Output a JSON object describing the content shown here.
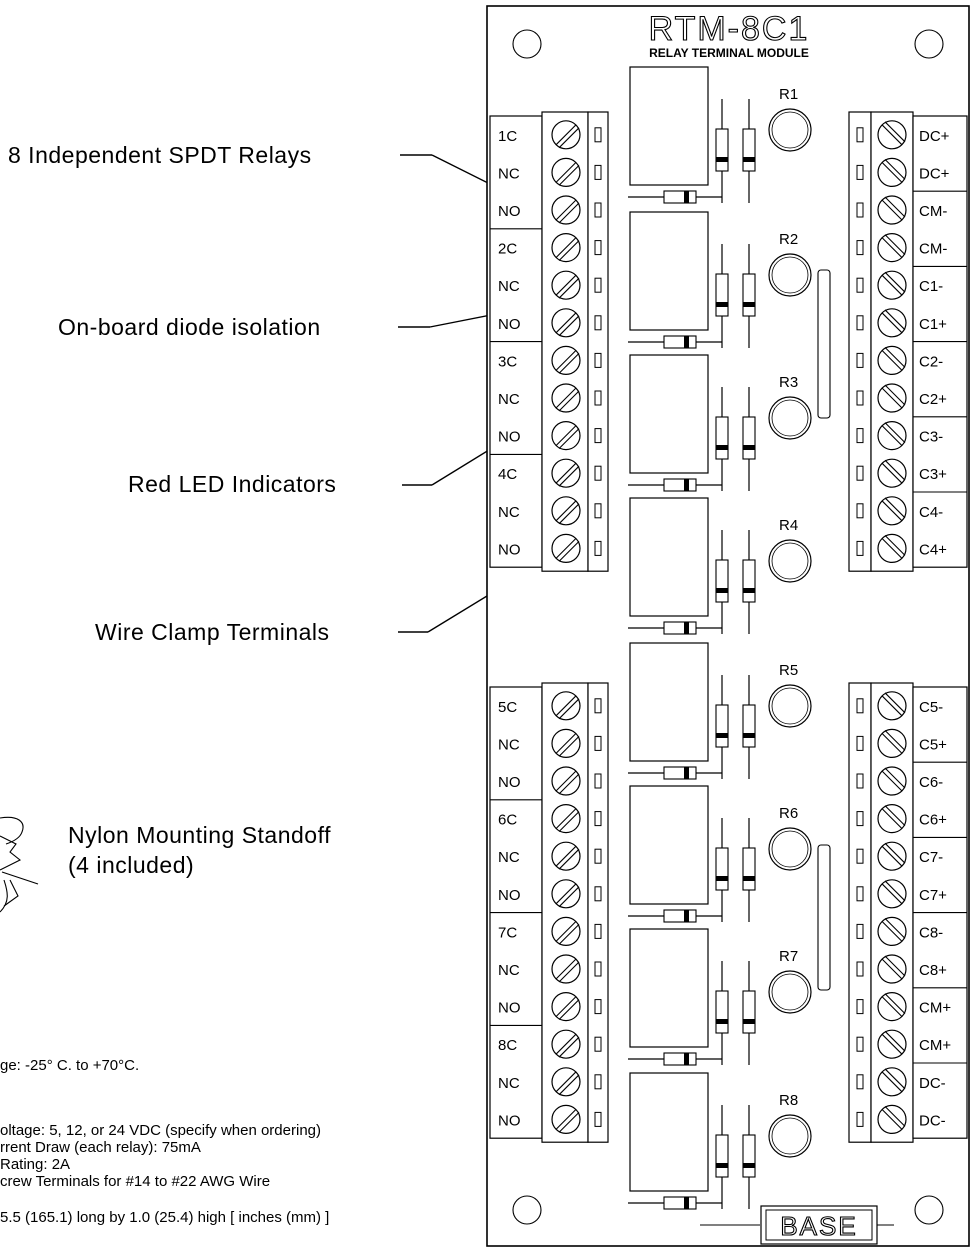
{
  "board": {
    "title": "RTM-8C1",
    "subtitle": "RELAY TERMINAL MODULE",
    "base_label": "BASE",
    "relay_labels": [
      "R1",
      "R2",
      "R3",
      "R4",
      "R5",
      "R6",
      "R7",
      "R8"
    ]
  },
  "left_terminals": {
    "upper": [
      "1C",
      "NC",
      "NO",
      "2C",
      "NC",
      "NO",
      "3C",
      "NC",
      "NO",
      "4C",
      "NC",
      "NO"
    ],
    "lower": [
      "5C",
      "NC",
      "NO",
      "6C",
      "NC",
      "NO",
      "7C",
      "NC",
      "NO",
      "8C",
      "NC",
      "NO"
    ]
  },
  "right_terminals": {
    "upper": [
      "DC+",
      "DC+",
      "CM-",
      "CM-",
      "C1-",
      "C1+",
      "C2-",
      "C2+",
      "C3-",
      "C3+",
      "C4-",
      "C4+"
    ],
    "lower": [
      "C5-",
      "C5+",
      "C6-",
      "C6+",
      "C7-",
      "C7+",
      "C8-",
      "C8+",
      "CM+",
      "CM+",
      "DC-",
      "DC-"
    ]
  },
  "callouts": {
    "relays": "8 Independent SPDT Relays",
    "diode": "On-board diode isolation",
    "led": "Red LED Indicators",
    "terminals": "Wire Clamp Terminals",
    "standoff_line1": "Nylon Mounting Standoff",
    "standoff_line2": "(4 included)"
  },
  "specs": [
    "ge: -25° C. to +70°C.",
    "oltage: 5, 12, or 24 VDC (specify when ordering)",
    "rrent Draw (each relay): 75mA",
    "Rating: 2A",
    "crew Terminals for #14 to #22 AWG Wire",
    "5.5 (165.1) long by 1.0 (25.4) high [ inches (mm) ]"
  ]
}
